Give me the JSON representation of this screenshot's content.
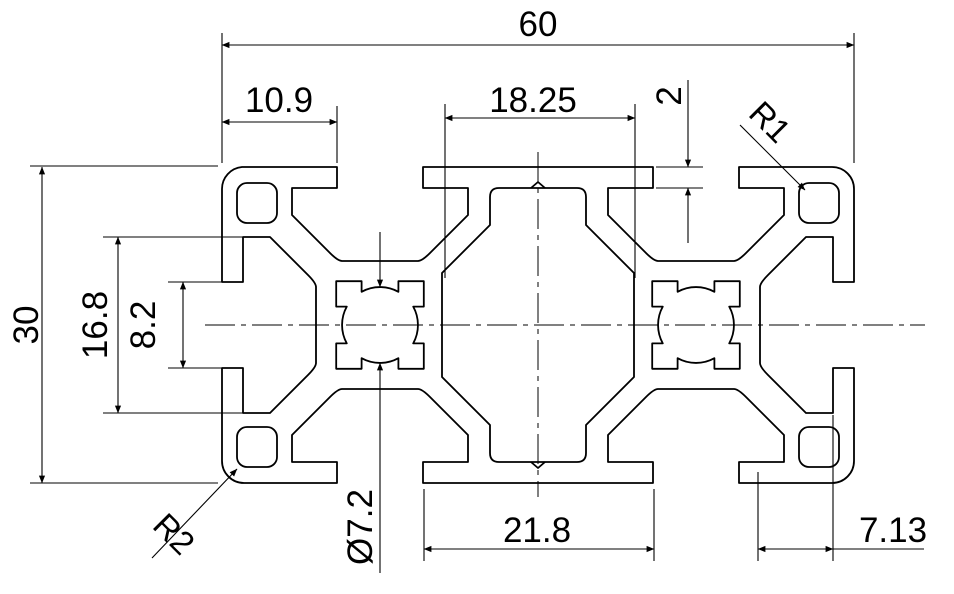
{
  "drawing": {
    "dimensions": {
      "overall_width": "60",
      "top_slot_offset": "10.9",
      "center_cavity_width": "18.25",
      "lip_thickness": "2",
      "hole_corner_radius": "R1",
      "overall_height": "30",
      "slot_cavity_width": "16.8",
      "slot_opening": "8.2",
      "outer_corner_radius": "R2",
      "center_bore_diameter": "Ø7.2",
      "foot_width": "21.8",
      "slot_depth": "7.13"
    },
    "colors": {
      "line": "#000000",
      "background": "#ffffff",
      "text": "#000000"
    }
  }
}
